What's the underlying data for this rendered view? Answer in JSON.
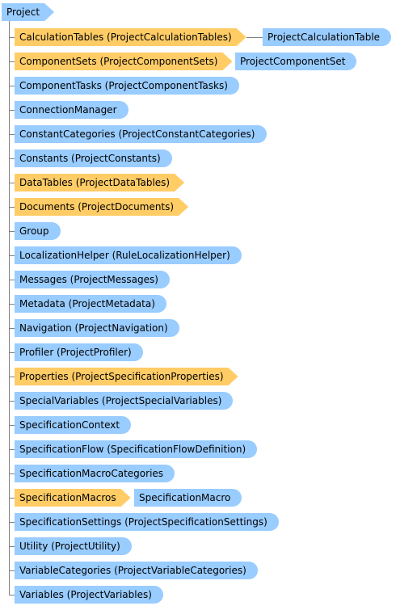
{
  "root": {
    "label": "Project"
  },
  "items": [
    {
      "label": "CalculationTables (ProjectCalculationTables)",
      "style": "arrow",
      "child": "ProjectCalculationTable"
    },
    {
      "label": "ComponentSets (ProjectComponentSets)",
      "style": "arrow",
      "child": "ProjectComponentSet"
    },
    {
      "label": "ComponentTasks (ProjectComponentTasks)",
      "style": "rounded"
    },
    {
      "label": "ConnectionManager",
      "style": "rounded"
    },
    {
      "label": "ConstantCategories (ProjectConstantCategories)",
      "style": "rounded"
    },
    {
      "label": "Constants (ProjectConstants)",
      "style": "rounded"
    },
    {
      "label": "DataTables (ProjectDataTables)",
      "style": "arrow"
    },
    {
      "label": "Documents (ProjectDocuments)",
      "style": "arrow"
    },
    {
      "label": "Group",
      "style": "rounded"
    },
    {
      "label": "LocalizationHelper (RuleLocalizationHelper)",
      "style": "rounded"
    },
    {
      "label": "Messages (ProjectMessages)",
      "style": "rounded"
    },
    {
      "label": "Metadata (ProjectMetadata)",
      "style": "rounded"
    },
    {
      "label": "Navigation (ProjectNavigation)",
      "style": "rounded"
    },
    {
      "label": "Profiler (ProjectProfiler)",
      "style": "rounded"
    },
    {
      "label": "Properties (ProjectSpecificationProperties)",
      "style": "arrow"
    },
    {
      "label": "SpecialVariables (ProjectSpecialVariables)",
      "style": "rounded"
    },
    {
      "label": "SpecificationContext",
      "style": "rounded"
    },
    {
      "label": "SpecificationFlow (SpecificationFlowDefinition)",
      "style": "rounded"
    },
    {
      "label": "SpecificationMacroCategories",
      "style": "rounded"
    },
    {
      "label": "SpecificationMacros",
      "style": "arrow",
      "child": "SpecificationMacro"
    },
    {
      "label": "SpecificationSettings (ProjectSpecificationSettings)",
      "style": "rounded"
    },
    {
      "label": "Utility (ProjectUtility)",
      "style": "rounded"
    },
    {
      "label": "VariableCategories (ProjectVariableCategories)",
      "style": "rounded"
    },
    {
      "label": "Variables (ProjectVariables)",
      "style": "rounded"
    }
  ],
  "colors": {
    "collection": "#ffcc66",
    "object": "#99ccff",
    "connector": "#808080"
  }
}
